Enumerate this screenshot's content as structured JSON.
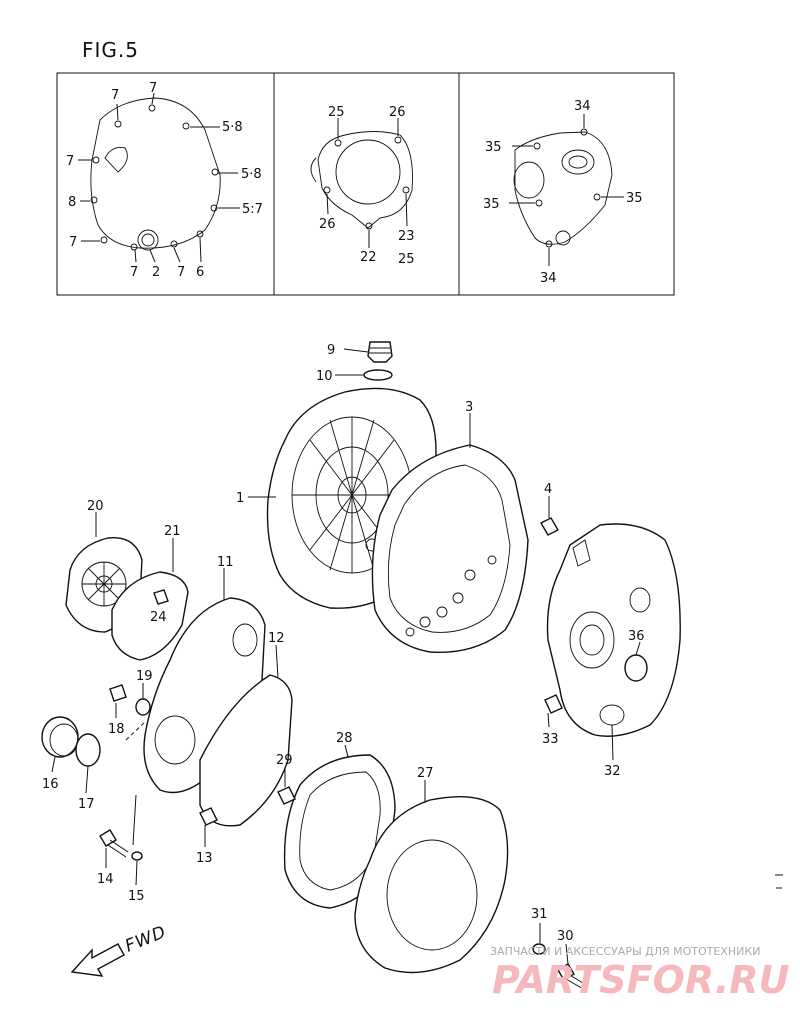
{
  "figure": {
    "title": "FIG.5"
  },
  "detail_panels": {
    "left": {
      "labels": [
        "7",
        "7",
        "5·8",
        "7",
        "5·8",
        "8",
        "5:7",
        "7",
        "7",
        "2",
        "7",
        "6"
      ]
    },
    "middle": {
      "labels": [
        "25",
        "26",
        "26",
        "23",
        "22",
        "25"
      ]
    },
    "right": {
      "labels": [
        "34",
        "35",
        "35",
        "35",
        "34"
      ]
    }
  },
  "callouts": {
    "p1": "1",
    "p3": "3",
    "p4": "4",
    "p9": "9",
    "p10": "10",
    "p11": "11",
    "p12": "12",
    "p13": "13",
    "p14": "14",
    "p15": "15",
    "p16": "16",
    "p17": "17",
    "p18": "18",
    "p19": "19",
    "p20": "20",
    "p21": "21",
    "p24": "24",
    "p27": "27",
    "p28": "28",
    "p29": "29",
    "p30": "30",
    "p31": "31",
    "p32": "32",
    "p33": "33",
    "p36": "36"
  },
  "direction_label": "FWD",
  "watermark": {
    "tagline": "ЗАПЧАСТИ И АКСЕССУАРЫ ДЛЯ МОТОТЕХНИКИ",
    "brand": "PARTSFOR.RU"
  }
}
